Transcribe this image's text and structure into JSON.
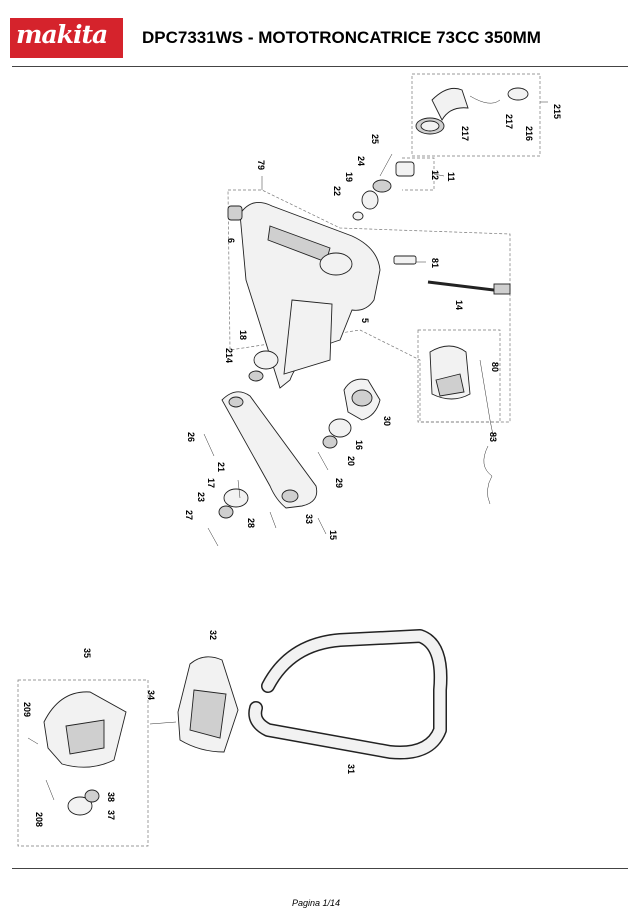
{
  "header": {
    "logo_text": "makita",
    "title": "DPC7331WS - MOTOTRONCATRICE 73CC 350MM"
  },
  "diagram": {
    "part_numbers": [
      "215",
      "217",
      "217",
      "216",
      "25",
      "24",
      "19",
      "12",
      "11",
      "22",
      "79",
      "6",
      "81",
      "14",
      "5",
      "18",
      "214",
      "80",
      "30",
      "26",
      "21",
      "17",
      "23",
      "16",
      "20",
      "29",
      "83",
      "27",
      "28",
      "33",
      "15",
      "35",
      "32",
      "34",
      "209",
      "38",
      "208",
      "37",
      "31"
    ]
  },
  "footer": {
    "page_label": "Pagina 1/14"
  }
}
